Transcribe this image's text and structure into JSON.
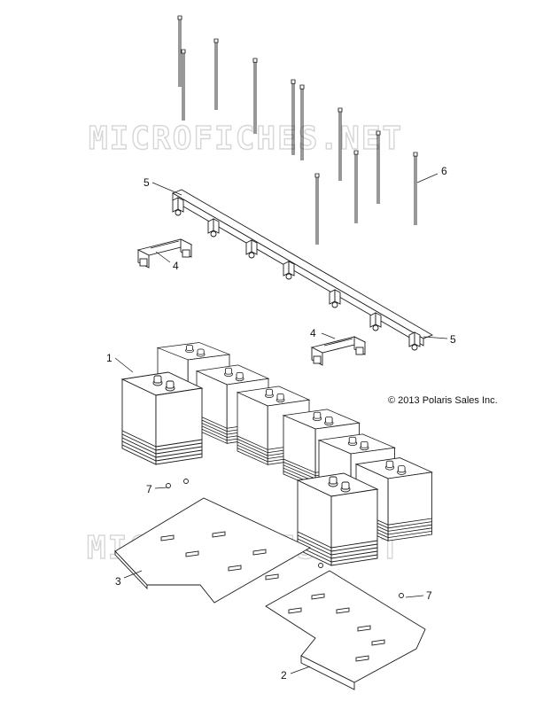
{
  "copyright": "© 2013 Polaris Sales Inc.",
  "watermarks": [
    "MICROFICHES.NET",
    "MICROFICHES.NET"
  ],
  "callouts": [
    {
      "id": "c5a",
      "label": "5"
    },
    {
      "id": "c6",
      "label": "6"
    },
    {
      "id": "c4a",
      "label": "4"
    },
    {
      "id": "c4b",
      "label": "4"
    },
    {
      "id": "c5b",
      "label": "5"
    },
    {
      "id": "c1",
      "label": "1"
    },
    {
      "id": "c7a",
      "label": "7"
    },
    {
      "id": "c3",
      "label": "3"
    },
    {
      "id": "c7b",
      "label": "7"
    },
    {
      "id": "c2",
      "label": "2"
    }
  ],
  "colors": {
    "line": "#1a1a1a",
    "watermark": "#d6d6d6",
    "background": "#ffffff"
  }
}
